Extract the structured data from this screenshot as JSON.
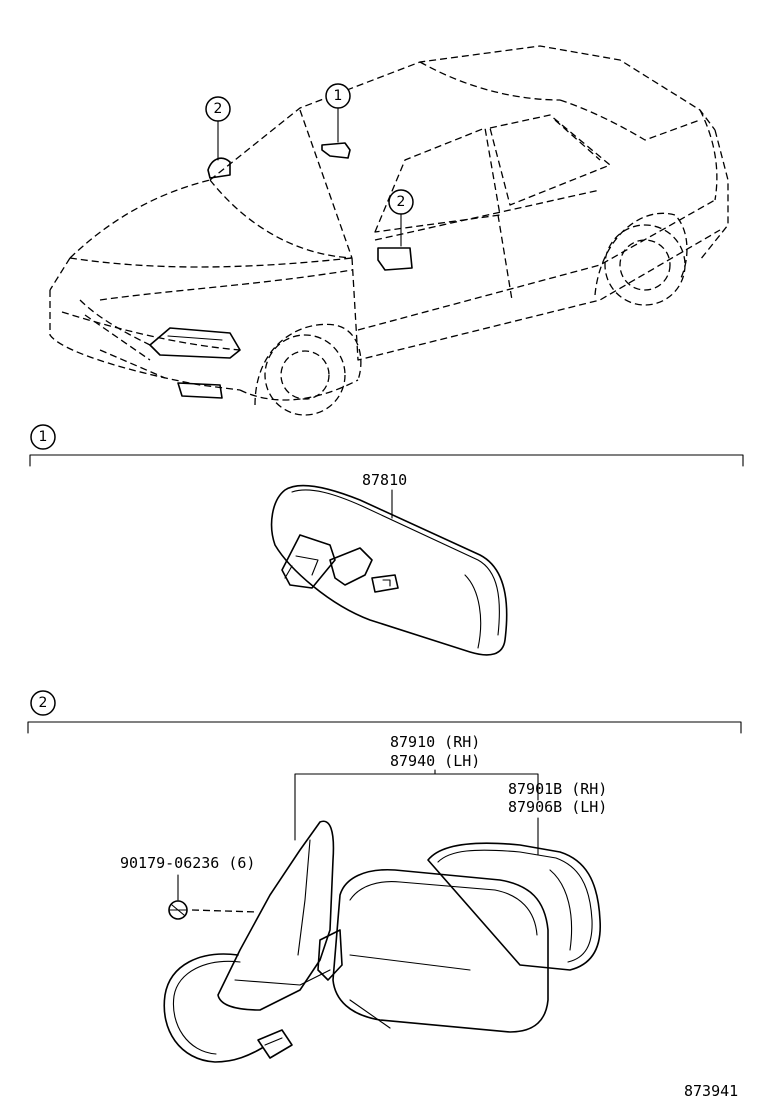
{
  "callouts": {
    "inner_mirror": "1",
    "outer_mirror": "2"
  },
  "parts": {
    "inner_mirror": "87810",
    "outer_mirror_rh": "87910 (RH)",
    "outer_mirror_lh": "87940 (LH)",
    "mirror_sub_rh": "87901B (RH)",
    "mirror_sub_lh": "87906B (LH)",
    "screw": "90179-06236 (6)"
  },
  "diagram_id": "873941"
}
